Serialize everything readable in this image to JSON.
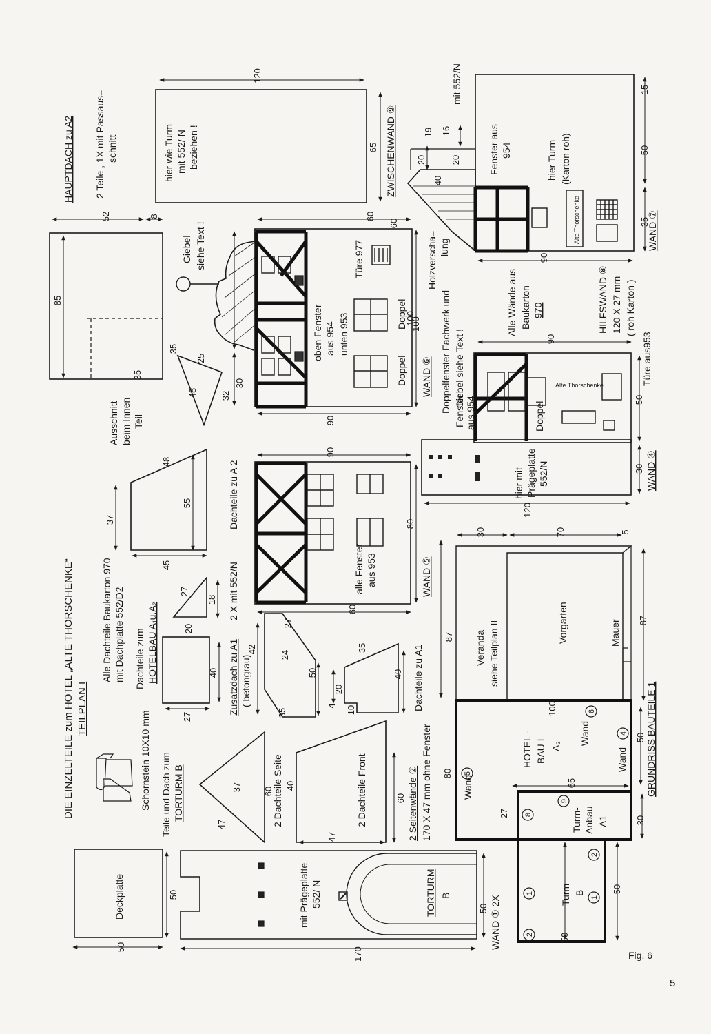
{
  "titles": {
    "main": "DIE EINZELTEILE zum HOTEL „ALTE THORSCHENKE“",
    "sub": "TEILPLAN I",
    "all_roofs": "Alle Dachteile Baukarton 970",
    "all_roofs2": "mit Dachplatte 552/D2"
  },
  "tower_parts": {
    "heading1": "Teile und Dach zum",
    "heading2": "TORTURM B",
    "chimney": "Schornstein 10X10 mm",
    "deckplatte": "Deckplatte",
    "torturm": "TORTURM",
    "b": "B",
    "praege1": "mit Prägeplatte",
    "praege2": "552/ N",
    "wand1_label": "WAND ① 2X",
    "dach_front": "2 Dachteile Front",
    "dach_seite": "2 Dachteile Seite"
  },
  "hotelbau_parts": {
    "heading1": "Dachteile zum",
    "heading2": "HOTELBAU  A₁u.A₂",
    "x2": "2 X mit 552/N",
    "a2": "Dachteile zu A 2",
    "zusatz1": "Zusatzdach zu A1",
    "zusatz2": "( betongrau)",
    "a1": "Dachteile zu A1",
    "seitenwaende1": "2 Seitenwände ②",
    "seitenwaende2": "170 X 47 mm ohne Fenster"
  },
  "hauptdach": {
    "title": "HAUPTDACH zu A2",
    "note1": "2 Teile , 1X mit Passaus=",
    "note2": "schnitt",
    "cut1": "Ausschnitt",
    "cut2": "beim Innen",
    "cut3": "Teil",
    "turm1": "hier wie Turm",
    "turm2": "mit 552/ N",
    "turm3": "beziehen !"
  },
  "walls": {
    "wand6": "WAND ⑥",
    "wand6_note1": "oben Fenster",
    "wand6_note2": "aus 954",
    "wand6_note3": "unten 953",
    "doppel": "Doppel",
    "tuere977": "Türe 977",
    "giebel1": "Giebel",
    "giebel2": "siehe Text !",
    "wand5": "WAND ⑤",
    "wand5_note1": "alle Fenster",
    "wand5_note2": "aus 953",
    "zw": "ZWISCHENWAND ⑨",
    "holz1": "Holzverscha=",
    "holz2": "lung",
    "dfw1": "Doppelfenster Fachwerk und",
    "dfw2": "Giebel siehe Text !",
    "wand7": "WAND ⑦",
    "fenster954_a": "Fenster aus",
    "fenster954_b": "954",
    "turm_roh1": "hier Turm",
    "turm_roh2": "(Karton roh)",
    "baukarton1": "Alle Wände aus",
    "baukarton2": "Baukarton",
    "baukarton3": "970",
    "hilf1": "HILFSWAND ⑧",
    "hilf2": "120 X 27 mm",
    "hilf3": "( roh Karton )",
    "wand4": "WAND ④",
    "tuere953": "Türe aus953",
    "fenster_aus": "Fenster",
    "aus954": "aus  954",
    "praege_a": "hier mit",
    "praege_b": "Prägeplatte",
    "praege_c": "552/N",
    "mit552": "mit 552/N",
    "sign": "Alte Thorschenke"
  },
  "grundriss": {
    "title": "GRUNDRISS  BAUTEILE 1",
    "veranda1": "Veranda",
    "veranda2": "siehe Teilplan II",
    "vorgarten": "Vorgarten",
    "mauer": "Mauer",
    "hotelbau1": "HOTEL -",
    "hotelbau2": "BAU I",
    "a2": "A₂",
    "wand": "Wand",
    "turm_anbau1": "Turm-",
    "turm_anbau2": "Anbau",
    "a1": "A1",
    "turm": "Turm",
    "turm_b": "B"
  },
  "circled": {
    "c1": "1",
    "c2": "2",
    "c4": "4",
    "c5": "5",
    "c6": "6",
    "c8": "8",
    "c9": "9"
  },
  "dims": {
    "d120": "120",
    "d65": "65",
    "d52": "52",
    "d8": "8",
    "d85": "85",
    "d35": "35",
    "d25": "25",
    "d48": "48",
    "d32": "32",
    "d30": "30",
    "d60": "60",
    "d100": "100",
    "d90": "90",
    "d80": "80",
    "d55": "55",
    "d37": "37",
    "d45": "45",
    "d27": "27",
    "d18": "18",
    "d20": "20",
    "d40": "40",
    "d42": "42",
    "d24": "24",
    "d50": "50",
    "d10": "10",
    "d4": "4",
    "d47": "47",
    "d170": "170",
    "d87": "87",
    "d70": "70",
    "d5": "5",
    "d15": "15",
    "d16": "16",
    "d19": "19"
  },
  "footer": {
    "fig": "Fig. 6",
    "page": "5"
  }
}
